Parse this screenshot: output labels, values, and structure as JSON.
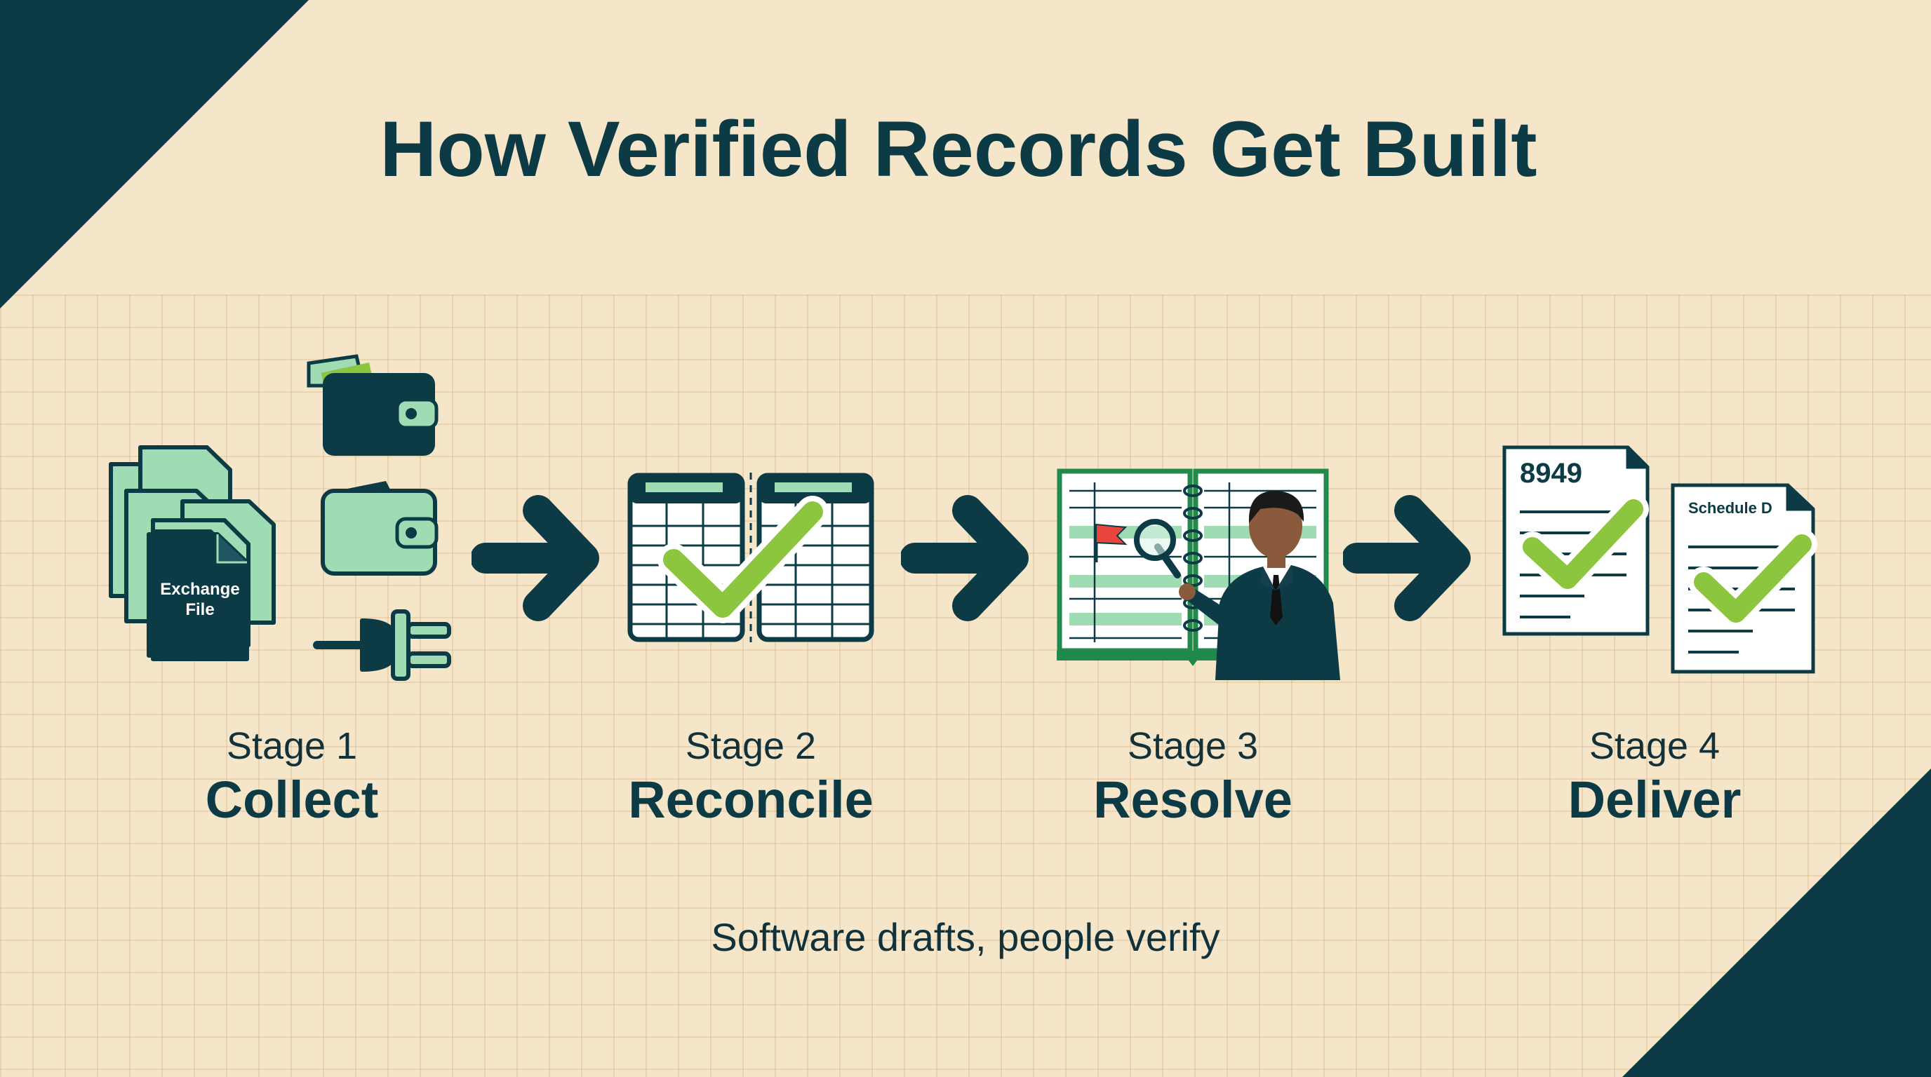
{
  "title": "How Verified Records Get Built",
  "colors": {
    "background": "#f6e6c9",
    "navy": "#0d3b45",
    "mint": "#9fdcb3",
    "lime": "#8cc63f",
    "flag": "#e8453c"
  },
  "stages": [
    {
      "number": "Stage 1",
      "name": "Collect",
      "icons": [
        "stacked-documents-icon",
        "wallet-icon",
        "wallet-icon",
        "plug-icon"
      ],
      "file_label_line1": "Exchange",
      "file_label_line2": "File"
    },
    {
      "number": "Stage 2",
      "name": "Reconcile",
      "icons": [
        "spreadsheet-icon",
        "spreadsheet-icon",
        "checkmark-icon"
      ]
    },
    {
      "number": "Stage 3",
      "name": "Resolve",
      "icons": [
        "ledger-book-icon",
        "flag-icon",
        "magnifier-icon",
        "reviewer-person-icon"
      ]
    },
    {
      "number": "Stage 4",
      "name": "Deliver",
      "icons": [
        "tax-form-icon",
        "tax-form-icon",
        "checkmark-icon"
      ],
      "form_1": "8949",
      "form_2": "Schedule D"
    }
  ],
  "footer": "Software drafts, people verify"
}
